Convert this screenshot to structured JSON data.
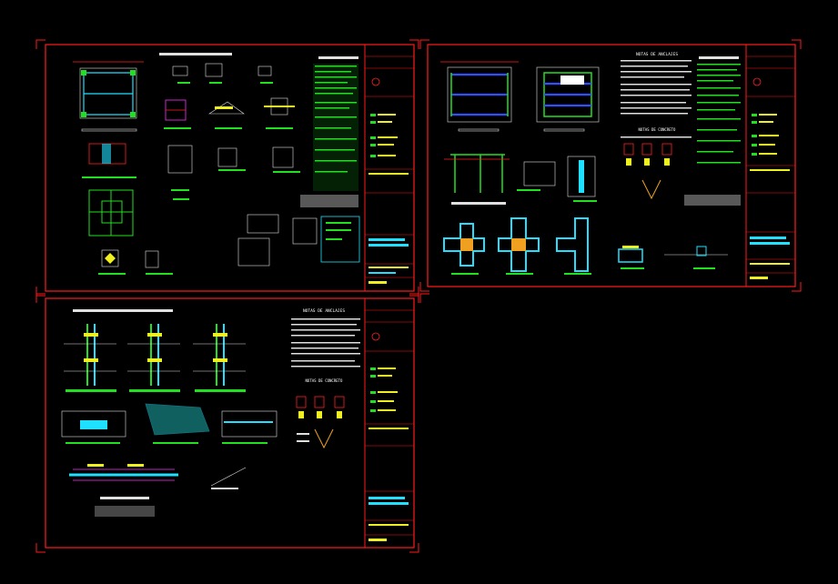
{
  "sheets": [
    {
      "id": "sheet-1",
      "title_strip": "",
      "notes_title": "",
      "drawings": [
        "foundation-plan",
        "footing-details",
        "column-section",
        "slab-detail",
        "stair-detail",
        "general-notes"
      ]
    },
    {
      "id": "sheet-2",
      "title_strip": "",
      "notes_title": "NOTAS DE ANCLAJES",
      "notes_subtitle": "NOTAS DE CONCRETO",
      "drawings": [
        "framing-plan",
        "beam-layout",
        "frame-elevation",
        "joint-details",
        "steel-notes"
      ]
    },
    {
      "id": "sheet-3",
      "title_strip": "",
      "notes_title": "NOTAS DE ANCLAJES",
      "notes_subtitle": "NOTAS DE CONCRETO",
      "drawings": [
        "wall-sections",
        "deck-details",
        "beam-detail",
        "connection-notes"
      ]
    }
  ],
  "colors": {
    "frame": "#ff1a1a",
    "dimension": "#ff2020",
    "text_green": "#20e020",
    "text_yellow": "#f0f020",
    "cyan": "#20e0ff",
    "magenta": "#ff30ff",
    "blue": "#3050ff",
    "background": "#000000"
  }
}
